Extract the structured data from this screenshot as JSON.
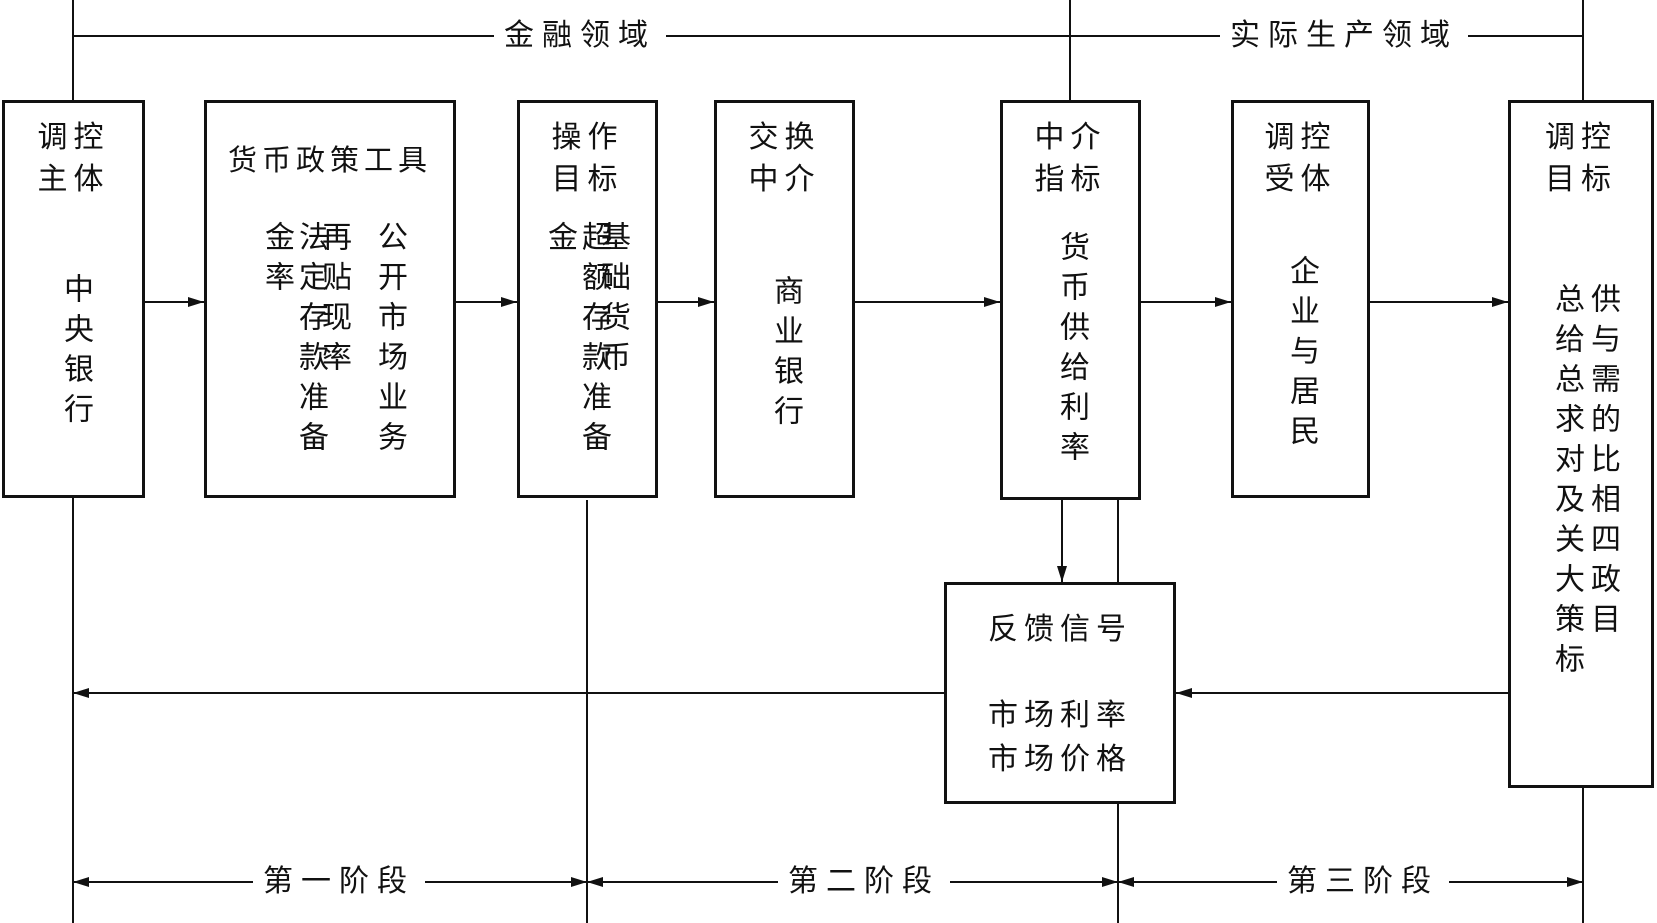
{
  "domains": {
    "financial": "金融领域",
    "production": "实际生产领域"
  },
  "stages": {
    "first": "第一阶段",
    "second": "第二阶段",
    "third": "第三阶段"
  },
  "boxes": {
    "subject": {
      "title_l1": "调控",
      "title_l2": "主体",
      "body": "中央银行"
    },
    "tools": {
      "title": "货币政策工具",
      "col1": "公开市场业务",
      "col2": "再贴现率",
      "col3": "法定存款准备金率"
    },
    "operating": {
      "title_l1": "操作",
      "title_l2": "目标",
      "col1": "基础货币",
      "col2": "超额存款准备金"
    },
    "exchange": {
      "title_l1": "交换",
      "title_l2": "中介",
      "body": "商业银行"
    },
    "intermediate": {
      "title_l1": "中介",
      "title_l2": "指标",
      "body": "货币供给利率"
    },
    "object": {
      "title_l1": "调控",
      "title_l2": "受体",
      "body": "企业与居民"
    },
    "goal": {
      "title_l1": "调控",
      "title_l2": "目标",
      "col1": "供与需的比相四政目",
      "col2": "总给总求对及关大策标"
    },
    "feedback": {
      "title": "反馈信号",
      "line1": "市场利率",
      "line2": "市场价格"
    }
  }
}
